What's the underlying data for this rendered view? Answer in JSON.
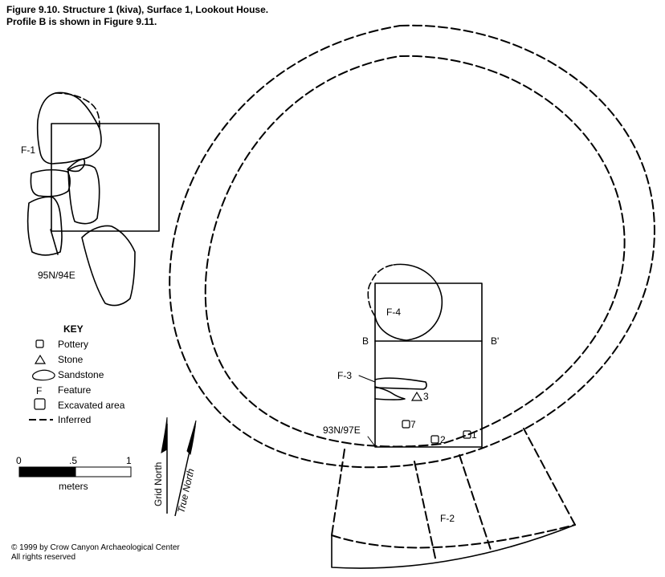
{
  "caption": {
    "line1": "Figure 9.10.  Structure 1 (kiva), Surface 1, Lookout House.",
    "line2": "Profile B is shown in Figure 9.11."
  },
  "labels": {
    "f1": "F-1",
    "f2": "F-2",
    "f3": "F-3",
    "f4": "F-4",
    "grid_nw": "95N/94E",
    "grid_se": "93N/97E",
    "profile_b": "B",
    "profile_b_prime": "B'"
  },
  "artifacts": {
    "stone_3": "3",
    "pottery_7": "7",
    "pottery_2": "2",
    "pottery_1": "1"
  },
  "key": {
    "title": "KEY",
    "items": [
      "Pottery",
      "Stone",
      "Sandstone",
      "Feature",
      "Excavated area",
      "Inferred"
    ],
    "feature_symbol": "F"
  },
  "scale": {
    "ticks": [
      "0",
      ".5",
      "1"
    ],
    "unit": "meters"
  },
  "north": {
    "grid": "Grid North",
    "true": "True North"
  },
  "copyright": {
    "line1": "© 1999 by Crow Canyon Archaeological Center",
    "line2": "All rights reserved"
  }
}
